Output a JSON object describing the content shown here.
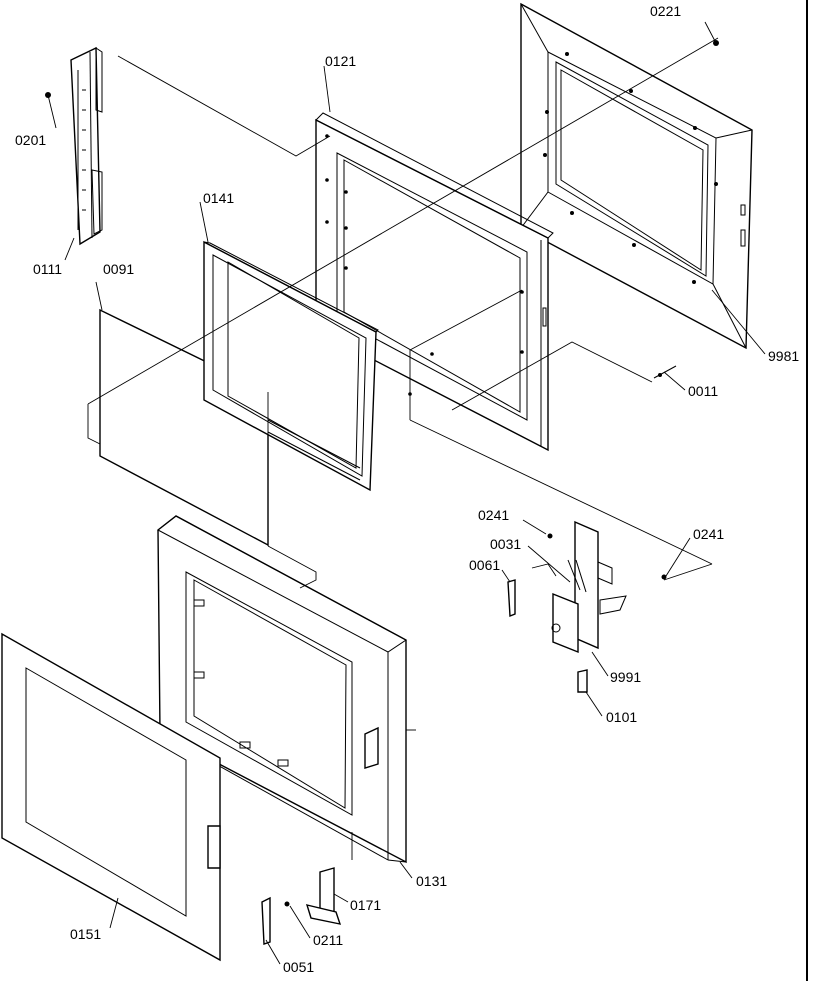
{
  "labels": {
    "p0221": "0221",
    "p0121": "0121",
    "p0201": "0201",
    "p0141": "0141",
    "p0111": "0111",
    "p0091": "0091",
    "p9981": "9981",
    "p0011": "0011",
    "p0241a": "0241",
    "p0241b": "0241",
    "p0031": "0031",
    "p0061": "0061",
    "p9991": "9991",
    "p0101": "0101",
    "p0131": "0131",
    "p0171": "0171",
    "p0151": "0151",
    "p0211": "0211",
    "p0051": "0051"
  }
}
